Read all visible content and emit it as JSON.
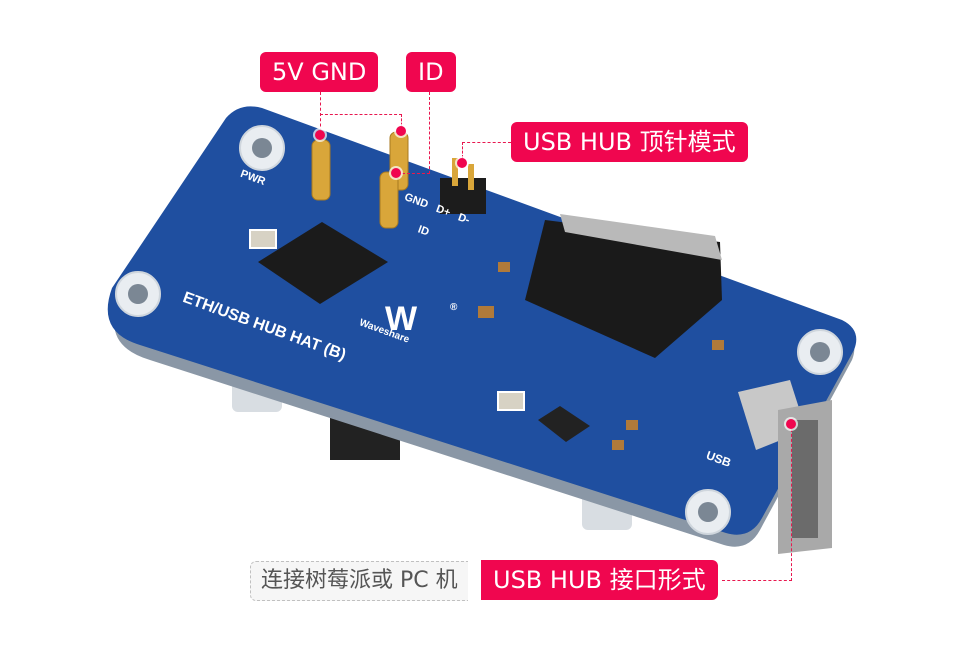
{
  "product": {
    "board_name": "ETH/USB HUB HAT (B)",
    "brand": "Waveshare",
    "registered_mark": "®",
    "silkscreen": {
      "pwr": "PWR",
      "five_v": "5V",
      "gnd": "GND",
      "id": "ID",
      "d_plus": "D+",
      "d_minus": "D-",
      "usb": "USB"
    },
    "colors": {
      "pcb_blue": "#1f4fa0",
      "accent_red": "#f0064f",
      "gold": "#d9a63a",
      "background": "#ffffff"
    }
  },
  "callouts": {
    "five_v_gnd": "5V GND",
    "id": "ID",
    "pogo_mode": "USB HUB 顶针模式",
    "connect_note": "连接树莓派或 PC 机",
    "interface_mode": "USB HUB 接口形式"
  }
}
